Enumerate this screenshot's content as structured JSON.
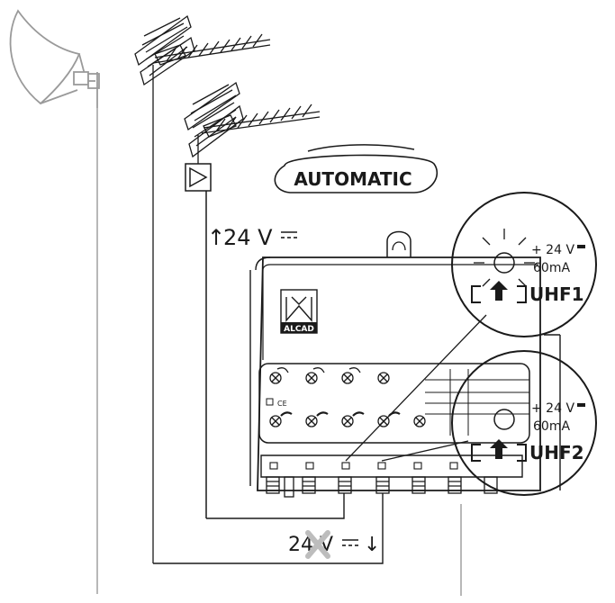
{
  "mode_badge": {
    "label": "AUTOMATIC"
  },
  "supply_up": {
    "voltage": "24 V",
    "dc_symbol": "⎓",
    "arrow": "↑"
  },
  "supply_down": {
    "voltage": "24 V",
    "dc_symbol": "⎓",
    "arrow": "↓"
  },
  "brand": {
    "name": "ALCAD"
  },
  "ce_mark": {
    "text": "CE"
  },
  "inputs": [
    {
      "name": "UHF1",
      "voltage": "+ 24 V",
      "current": "60mA",
      "led_state": "on"
    },
    {
      "name": "UHF2",
      "voltage": "+ 24 V",
      "current": "60mA",
      "led_state": "off"
    }
  ],
  "colors": {
    "ink": "#1a1a1a",
    "led_on": "#9a9a9a",
    "led_off": "#ffffff",
    "cross": "#bdbdbd",
    "dish": "#9a9a9a"
  }
}
